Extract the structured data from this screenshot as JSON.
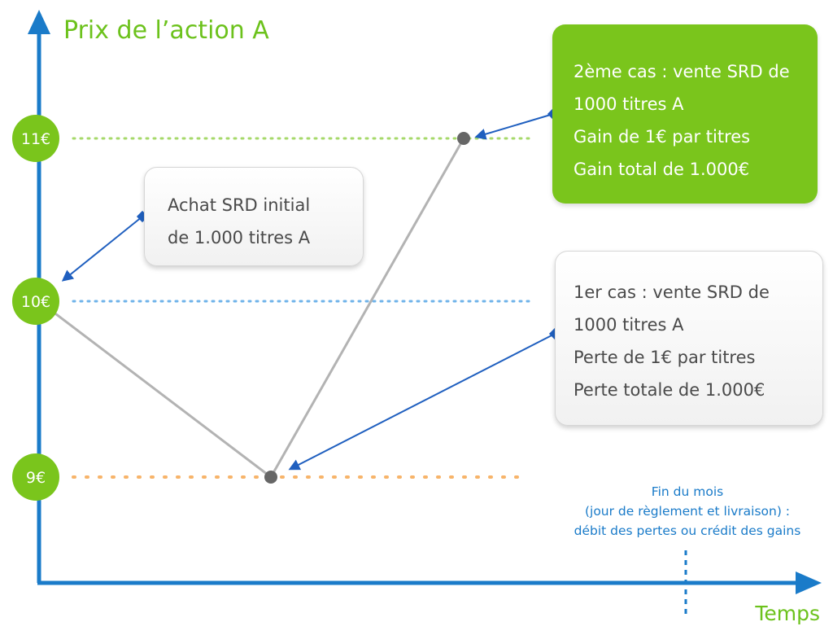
{
  "title": "Prix de l’action A",
  "x_axis_label": "Temps",
  "price_levels": [
    {
      "label": "11€",
      "value": 11,
      "line_color": "#a6d96a"
    },
    {
      "label": "10€",
      "value": 10,
      "line_color": "#6fb3ea"
    },
    {
      "label": "9€",
      "value": 9,
      "line_color": "#f7b46a"
    }
  ],
  "price_path": [
    {
      "step": 0,
      "price": 10
    },
    {
      "step": 1,
      "price": 9
    },
    {
      "step": 2,
      "price": 11
    }
  ],
  "callouts": {
    "initial": {
      "lines": [
        "Achat SRD initial",
        "de 1.000 titres A"
      ]
    },
    "case2": {
      "lines": [
        "2ème cas : vente SRD de",
        "1000 titres A",
        "Gain de 1€ par titres",
        "Gain total de 1.000€"
      ]
    },
    "case1": {
      "lines": [
        "1er cas : vente SRD de",
        "1000 titres A",
        "Perte de 1€ par titres",
        "Perte totale de 1.000€"
      ]
    }
  },
  "end_of_month_note": {
    "lines": [
      "Fin du mois",
      "(jour de règlement et livraison) :",
      "débit des pertes ou crédit des gains"
    ]
  },
  "colors": {
    "axis": "#1a7bc9",
    "accent_green": "#7ac51c",
    "title_green": "#6cc21c",
    "price_line": "#b3b3b3",
    "point": "#666666",
    "arrow": "#1f5fbf"
  }
}
